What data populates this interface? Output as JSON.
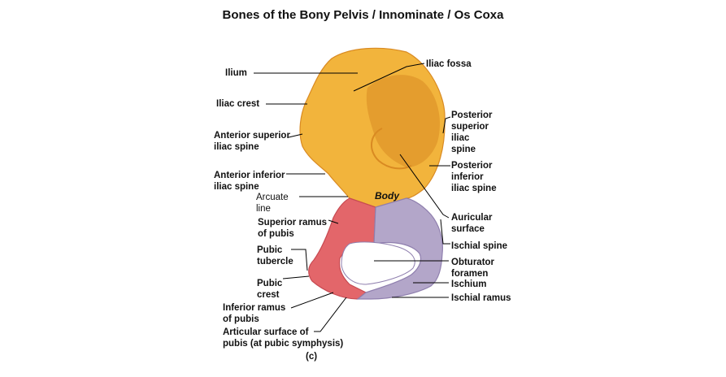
{
  "title": "Bones of the Bony Pelvis / Innominate / Os Coxa",
  "panel_label": "(c)",
  "region_label": "Body",
  "colors": {
    "ilium": "#f2b43c",
    "ilium_shade": "#d98a22",
    "pubis": "#e3666a",
    "pubis_shade": "#c74a52",
    "ischium": "#b3a6c9",
    "ischium_shade": "#8f7fae",
    "leader": "#000000"
  },
  "labels": {
    "ilium": "Ilium",
    "iliac_fossa": "Iliac fossa",
    "iliac_crest": "Iliac crest",
    "asis": "Anterior superior\niliac spine",
    "psis": "Posterior\nsuperior\niliac\nspine",
    "aiis": "Anterior inferior\niliac spine",
    "piis": "Posterior\ninferior\niliac spine",
    "arcuate": "Arcuate\nline",
    "sup_ramus": "Superior ramus\nof pubis",
    "auricular": "Auricular\nsurface",
    "ischial_spine": "Ischial spine",
    "pubic_tubercle": "Pubic\ntubercle",
    "obturator": "Obturator\nforamen",
    "pubic_crest": "Pubic\ncrest",
    "ischium": "Ischium",
    "ischial_ramus": "Ischial ramus",
    "inf_ramus": "Inferior ramus\nof pubis",
    "articular": "Articular surface of\npubis (at pubic symphysis)"
  }
}
